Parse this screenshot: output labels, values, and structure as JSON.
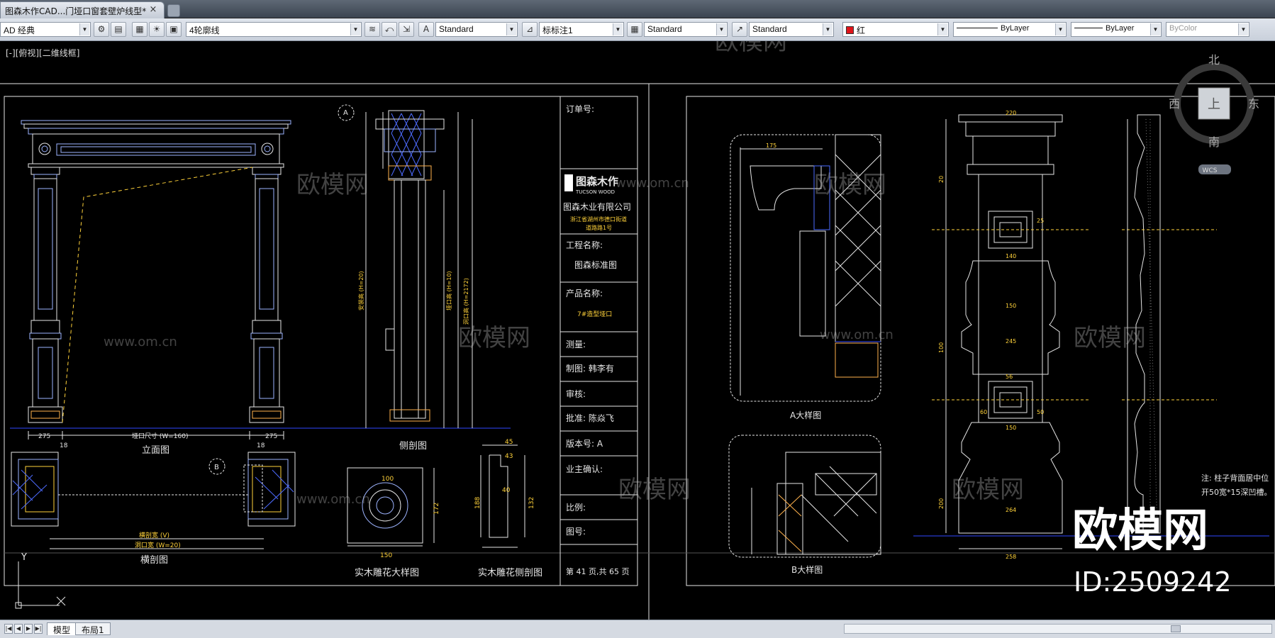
{
  "tab": {
    "title": "图森木作CAD...门垭口窗套壁炉线型*",
    "close": "×"
  },
  "toolbar": {
    "workspace": "AD 经典",
    "layer": "4轮廓线",
    "text_style": "Standard",
    "dim_style": "标标注1",
    "table_style": "Standard",
    "mleader_style": "Standard",
    "color": "红",
    "linetype": "ByLayer",
    "lineweight": "ByLayer",
    "plotstyle": "ByColor"
  },
  "viewport": {
    "label": "[-][俯视][二维线框]"
  },
  "viewcube": {
    "north": "北",
    "south": "南",
    "east": "东",
    "west": "西",
    "top": "上",
    "wcs": "WCS"
  },
  "ucs": {
    "x": "X",
    "y": "Y"
  },
  "title_block": {
    "order_no": "订单号:",
    "logo": "图森木作",
    "logo_sub": "TUCSON WOOD",
    "company": "图森木业有限公司",
    "address_1": "浙江省湖州市德口街道",
    "address_2": "道路路1号",
    "project_label": "工程名称:",
    "project_value": "图森标准图",
    "product_label": "产品名称:",
    "product_value": "7#造型垭口",
    "survey": "测量:",
    "drawn": "制图: 韩李有",
    "review": "审核:",
    "approve": "批准: 陈焱飞",
    "version": "版本号: A",
    "owner": "业主确认:",
    "scale": "比例:",
    "drawing_no": "图号:",
    "page": "第 41 页,共 65 页"
  },
  "labels": {
    "elevation": "立面图",
    "side": "侧剖图",
    "plan": "横剖图",
    "carving_detail": "实木雕花大样图",
    "carving_section": "实木雕花侧剖图",
    "detail_a": "A大样图",
    "detail_b": "B大样图",
    "detail_a_mark": "A",
    "detail_b_mark": "B",
    "note_1": "注: 柱子背面居中位",
    "note_2": "开50宽*15深凹槽。"
  },
  "dims": {
    "opening_size": "垭口尺寸 (W=160)",
    "opening_width": "洞口宽 (W=20)",
    "outer_width": "横剖宽 (V)",
    "d_275_left": "275",
    "d_275_right": "275",
    "d_18_left": "18",
    "d_18_right": "18",
    "d_100": "100",
    "d_150": "150",
    "d_172": "172",
    "d_45": "45",
    "d_43": "43",
    "d_40": "40",
    "d_188": "188",
    "d_132": "132",
    "d_20": "20",
    "d_175": "175",
    "d_220": "220",
    "d_140": "140",
    "d_150b": "150",
    "d_245": "245",
    "d_150c": "150",
    "d_264": "264",
    "d_258": "258",
    "d_50": "50",
    "d_60": "60",
    "d_56": "56",
    "d_25": "25",
    "d_100b": "100",
    "d_200": "200",
    "d_side_h1": "洞口高 (H=2172)",
    "d_side_h2": "垭口高 (H=10)",
    "d_side_h3": "安装高 (H=20)"
  },
  "watermarks": {
    "brand": "欧模网",
    "site": "www.om.cn",
    "id_text": "ID:2509242"
  },
  "status": {
    "model_tab": "模型",
    "layout_tab": "布局1"
  }
}
